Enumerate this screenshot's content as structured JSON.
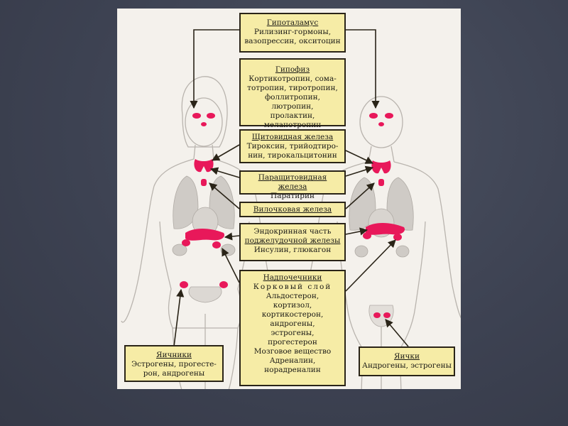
{
  "hypothalamus": {
    "title": "Гипоталамус",
    "lines": [
      "Рилизинг-гормоны,",
      "вазопрессин, окситоцин"
    ]
  },
  "pituitary": {
    "title": "Гипофиз",
    "lines": [
      "Кортикотропин, сома-",
      "тотропин, тиротропин,",
      "фоллитропин, лютропин,",
      "пролактин, меланотропин"
    ]
  },
  "thyroid": {
    "title": "Щитовидная железа",
    "lines": [
      "Тироксин, трийодтиро-",
      "нин, тирокальцитонин"
    ]
  },
  "parathyroid": {
    "title": "Паращитовидная железа",
    "lines": [
      "Паратирин"
    ]
  },
  "thymus": {
    "title": "Вилочковая железа",
    "lines": []
  },
  "pancreas": {
    "title_line1": "Эндокринная часть",
    "title_line2": "поджелудочной железы",
    "lines": [
      "Инсулин, глюкагон"
    ]
  },
  "adrenal": {
    "title": "Надпочечники",
    "lines": [
      "Корковый слой",
      "Альдостерон,",
      "кортизол,",
      "кортикостерон,",
      "андрогены,",
      "эстрогены,",
      "прогестерон",
      "Мозговое вещество",
      "Адреналин,",
      "норадреналин"
    ]
  },
  "ovaries": {
    "title": "Яичники",
    "lines": [
      "Эстрогены, прогесте-",
      "рон, андрогены"
    ]
  },
  "testes": {
    "title": "Яички",
    "lines": [
      "Андрогены, эстрогены"
    ]
  },
  "colors": {
    "gland": "#e8185a",
    "box_fill": "#f6eca6",
    "panel": "#f4f1ec",
    "slide": "#3d4252"
  }
}
